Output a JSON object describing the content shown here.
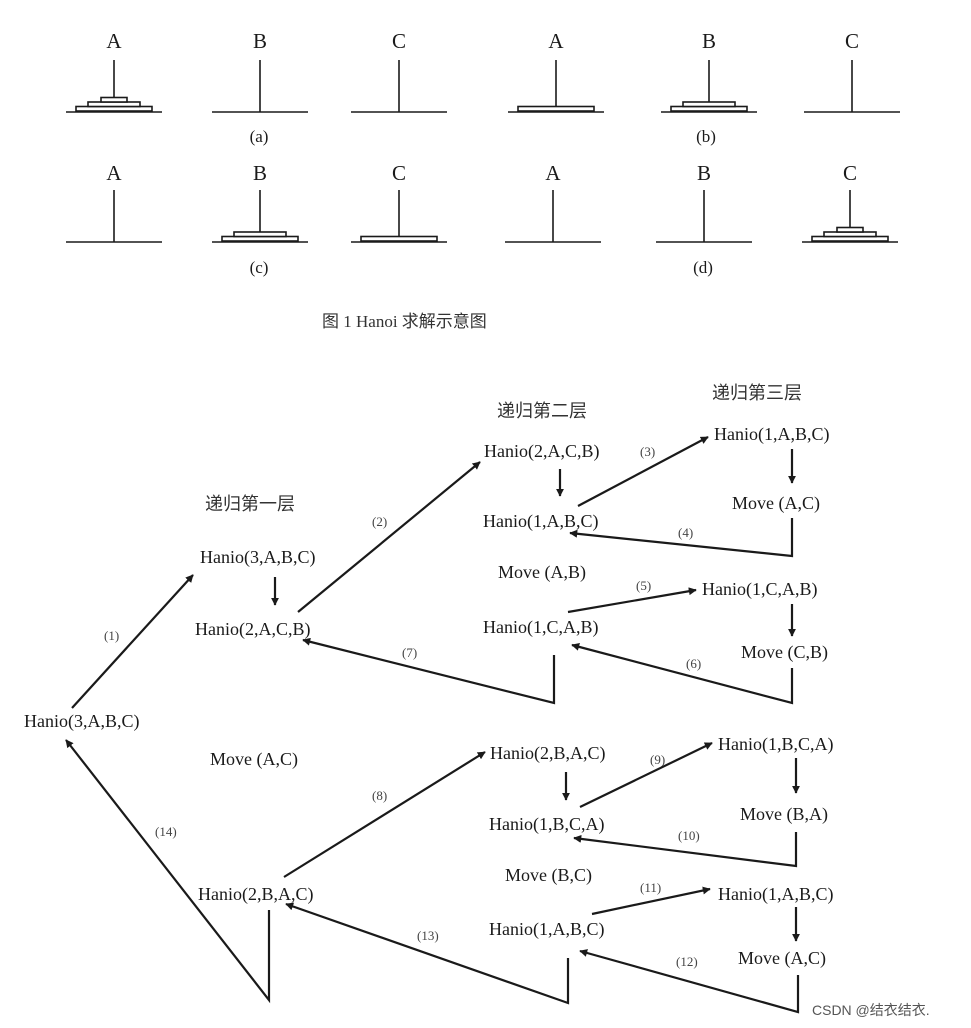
{
  "figure1": {
    "peg_labels": [
      "A",
      "B",
      "C"
    ],
    "panels": [
      {
        "label": "(a)",
        "disks": [
          3,
          0,
          0
        ]
      },
      {
        "label": "(b)",
        "disks": [
          1,
          2,
          0
        ]
      },
      {
        "label": "(c)",
        "disks": [
          0,
          2,
          1
        ]
      },
      {
        "label": "(d)",
        "disks": [
          0,
          0,
          3
        ]
      }
    ],
    "caption": "图 1    Hanoi 求解示意图"
  },
  "figure2": {
    "levels": [
      "递归第一层",
      "递归第二层",
      "递归第三层"
    ],
    "nodes": {
      "root": "Hanio(3,A,B,C)",
      "l1_call": "Hanio(3,A,B,C)",
      "l1_sub1": "Hanio(2,A,C,B)",
      "l1_move": "Move  (A,C)",
      "l1_sub2": "Hanio(2,B,A,C)",
      "l2a_call": "Hanio(2,A,C,B)",
      "l2a_sub1": "Hanio(1,A,B,C)",
      "l2a_move": "Move  (A,B)",
      "l2a_sub2": "Hanio(1,C,A,B)",
      "l3a_call": "Hanio(1,A,B,C)",
      "l3a_move": "Move  (A,C)",
      "l3b_call": "Hanio(1,C,A,B)",
      "l3b_move": "Move  (C,B)",
      "l2b_call": "Hanio(2,B,A,C)",
      "l2b_sub1": "Hanio(1,B,C,A)",
      "l2b_move": "Move  (B,C)",
      "l2b_sub2": "Hanio(1,A,B,C)",
      "l3c_call": "Hanio(1,B,C,A)",
      "l3c_move": "Move  (B,A)",
      "l3d_call": "Hanio(1,A,B,C)",
      "l3d_move": "Move  (A,C)"
    },
    "steps": [
      "(1)",
      "(2)",
      "(3)",
      "(4)",
      "(5)",
      "(6)",
      "(7)",
      "(8)",
      "(9)",
      "(10)",
      "(11)",
      "(12)",
      "(13)",
      "(14)"
    ]
  },
  "watermark": "CSDN @结衣结衣."
}
